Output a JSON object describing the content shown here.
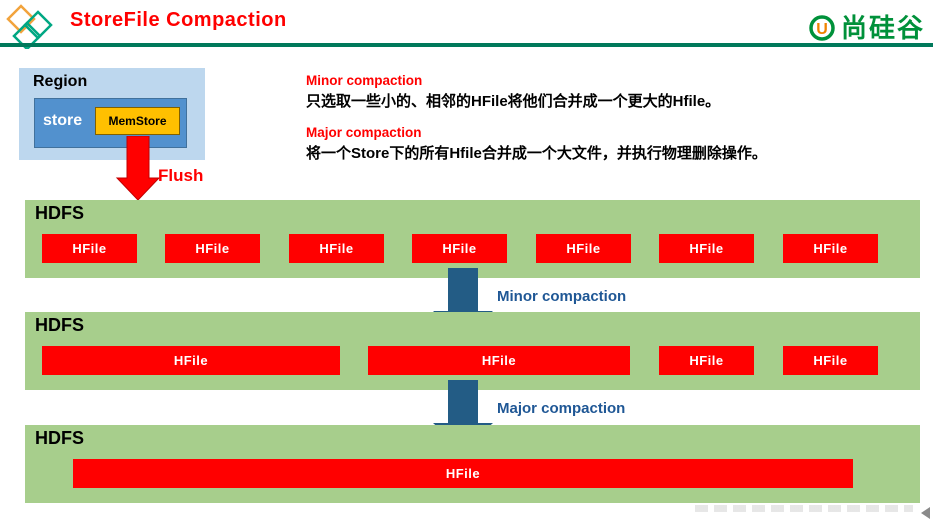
{
  "header": {
    "title": "StoreFile Compaction",
    "brand": {
      "circle_letter": "U",
      "name": "尚硅谷"
    }
  },
  "region": {
    "label": "Region",
    "store": "store",
    "memstore": "MemStore",
    "flush": "Flush"
  },
  "notes": {
    "minor": {
      "title": "Minor compaction",
      "desc": "只选取一些小的、相邻的HFile将他们合并成一个更大的Hfile。"
    },
    "major": {
      "title": "Major compaction",
      "desc": "将一个Store下的所有Hfile合并成一个大文件，并执行物理删除操作。"
    }
  },
  "arrows": {
    "minor": "Minor compaction",
    "major": "Major compaction"
  },
  "bands": [
    {
      "label": "HDFS",
      "hfiles": [
        "HFile",
        "HFile",
        "HFile",
        "HFile",
        "HFile",
        "HFile",
        "HFile"
      ]
    },
    {
      "label": "HDFS",
      "hfiles": [
        "HFile",
        "HFile",
        "HFile",
        "HFile"
      ]
    },
    {
      "label": "HDFS",
      "hfiles": [
        "HFile"
      ]
    }
  ],
  "colors": {
    "title_red": "#FF0000",
    "divider_teal": "#00795B",
    "band_green": "#A7CE8C",
    "hfile_red": "#FF0000",
    "arrow_dark_blue": "#235C85",
    "arrow_label_blue": "#1F5795",
    "region_light_blue": "#BDD7EE",
    "store_blue": "#5291CE",
    "memstore_yellow": "#FFC000",
    "flush_red": "#FF0000",
    "brand_green": "#00913A",
    "brand_orange": "#F08300"
  }
}
